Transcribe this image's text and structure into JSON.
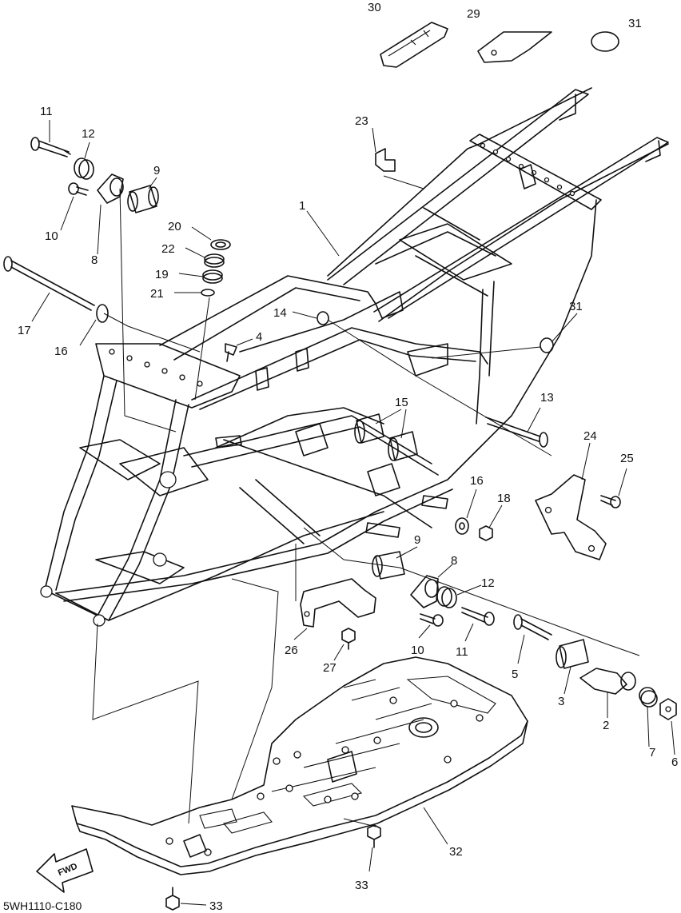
{
  "diagram_code": "5WH1110-C180",
  "fwd_label": "FWD",
  "callouts": [
    {
      "id": "c1",
      "label": "1"
    },
    {
      "id": "c2",
      "label": "2"
    },
    {
      "id": "c4",
      "label": "4"
    },
    {
      "id": "c5",
      "label": "5"
    },
    {
      "id": "c6",
      "label": "6"
    },
    {
      "id": "c7",
      "label": "7"
    },
    {
      "id": "c3",
      "label": "3"
    },
    {
      "id": "c8a",
      "label": "8"
    },
    {
      "id": "c8b",
      "label": "8"
    },
    {
      "id": "c9a",
      "label": "9"
    },
    {
      "id": "c9b",
      "label": "9"
    },
    {
      "id": "c10a",
      "label": "10"
    },
    {
      "id": "c10b",
      "label": "10"
    },
    {
      "id": "c11a",
      "label": "11"
    },
    {
      "id": "c11b",
      "label": "11"
    },
    {
      "id": "c12a",
      "label": "12"
    },
    {
      "id": "c12b",
      "label": "12"
    },
    {
      "id": "c13",
      "label": "13"
    },
    {
      "id": "c14",
      "label": "14"
    },
    {
      "id": "c15",
      "label": "15"
    },
    {
      "id": "c16a",
      "label": "16"
    },
    {
      "id": "c16b",
      "label": "16"
    },
    {
      "id": "c17",
      "label": "17"
    },
    {
      "id": "c18",
      "label": "18"
    },
    {
      "id": "c19",
      "label": "19"
    },
    {
      "id": "c20",
      "label": "20"
    },
    {
      "id": "c21",
      "label": "21"
    },
    {
      "id": "c22",
      "label": "22"
    },
    {
      "id": "c23",
      "label": "23"
    },
    {
      "id": "c24",
      "label": "24"
    },
    {
      "id": "c25",
      "label": "25"
    },
    {
      "id": "c26",
      "label": "26"
    },
    {
      "id": "c27",
      "label": "27"
    },
    {
      "id": "c29",
      "label": "29"
    },
    {
      "id": "c30",
      "label": "30"
    },
    {
      "id": "c31a",
      "label": "31"
    },
    {
      "id": "c31b",
      "label": "31"
    },
    {
      "id": "c32",
      "label": "32"
    },
    {
      "id": "c33a",
      "label": "33"
    },
    {
      "id": "c33b",
      "label": "33"
    }
  ]
}
